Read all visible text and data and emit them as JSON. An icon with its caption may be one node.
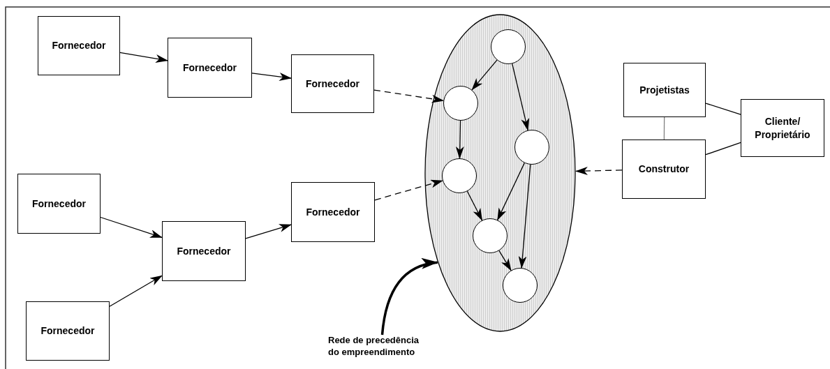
{
  "diagram": {
    "nodes": [
      {
        "text": [
          "Fornecedor"
        ]
      },
      {
        "text": [
          "Fornecedor"
        ]
      },
      {
        "text": [
          "Fornecedor"
        ]
      },
      {
        "text": [
          "Fornecedor"
        ]
      },
      {
        "text": [
          "Fornecedor"
        ]
      },
      {
        "text": [
          "Fornecedor"
        ]
      },
      {
        "text": [
          "Fornecedor"
        ]
      },
      {
        "text": [],
        "shape": "ellipse"
      },
      {
        "text": [],
        "shape": "circle",
        "in": 7
      },
      {
        "text": [],
        "shape": "circle",
        "in": 7
      },
      {
        "text": [],
        "shape": "circle",
        "in": 7
      },
      {
        "text": [],
        "shape": "circle",
        "in": 7
      },
      {
        "text": [],
        "shape": "circle",
        "in": 7
      },
      {
        "text": [],
        "shape": "circle",
        "in": 7
      },
      {
        "text": [
          "Projetistas"
        ]
      },
      {
        "text": [
          "Construtor"
        ]
      },
      {
        "text": [
          "Cliente/ Proprietário"
        ]
      },
      {
        "text": [
          "Rede de precedência do empreendimento"
        ]
      }
    ],
    "edges": [
      {
        "from": 0,
        "to": 1,
        "arrow": "to"
      },
      {
        "from": 1,
        "to": 2,
        "arrow": "to"
      },
      {
        "from": 3,
        "to": 4,
        "arrow": "to"
      },
      {
        "from": 6,
        "to": 4,
        "arrow": "to"
      },
      {
        "from": 4,
        "to": 5,
        "arrow": "to"
      },
      {
        "from": 2,
        "to": 9,
        "arrow": "to",
        "style": "dashed"
      },
      {
        "from": 5,
        "to": 11,
        "arrow": "to",
        "style": "dashed"
      },
      {
        "from": 15,
        "to": 7,
        "arrow": "to",
        "style": "dashed"
      },
      {
        "from": 8,
        "to": 9,
        "arrow": "to"
      },
      {
        "from": 8,
        "to": 10,
        "arrow": "to"
      },
      {
        "from": 9,
        "to": 11,
        "arrow": "to"
      },
      {
        "from": 11,
        "to": 12,
        "arrow": "to"
      },
      {
        "from": 10,
        "to": 12,
        "arrow": "to"
      },
      {
        "from": 10,
        "to": 13,
        "arrow": "to"
      },
      {
        "from": 12,
        "to": 13,
        "arrow": "to"
      },
      {
        "from": 14,
        "to": 15,
        "arrow": "none",
        "color": "#808080"
      },
      {
        "from": 14,
        "to": 16,
        "arrow": "none"
      },
      {
        "from": 15,
        "to": 16,
        "arrow": "none"
      },
      {
        "from": 17,
        "to": 7,
        "arrow": "to",
        "style": "thick"
      }
    ]
  }
}
